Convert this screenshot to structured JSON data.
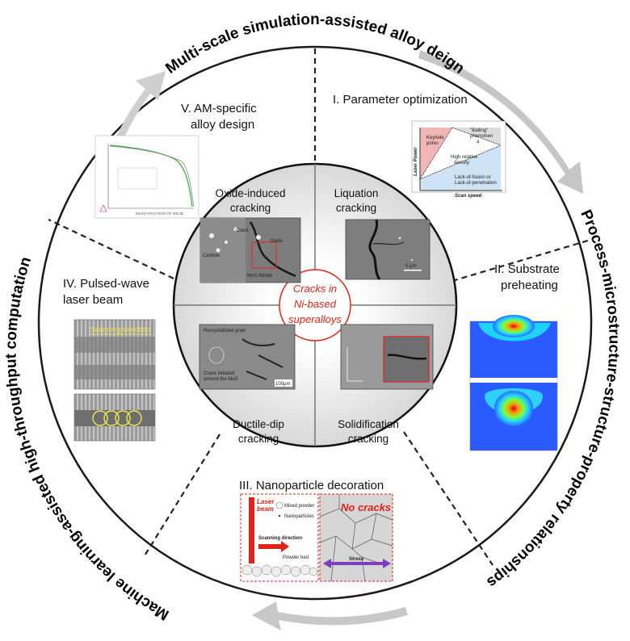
{
  "ring_labels": {
    "top": "Multi-scale simulation-assisted alloy deign",
    "right": "Process-microstructure-structure-property relationships",
    "bottom": "Machine learning-assisted high-throughput computation"
  },
  "strategies": {
    "s1": "I. Parameter optimization",
    "s2_line1": "II. Substrate",
    "s2_line2": "preheating",
    "s3": "III. Nanoparticle decoration",
    "s4_line1": "IV. Pulsed-wave",
    "s4_line2": "laser beam",
    "s5_line1": "V. AM-specific",
    "s5_line2": "alloy design"
  },
  "cracks": {
    "oxide_line1": "Oxide-induced",
    "oxide_line2": "cracking",
    "liquation_line1": "Liquation",
    "liquation_line2": "cracking",
    "ductile_line1": "Ductile-dip",
    "ductile_line2": "cracking",
    "solid_line1": "Solidification",
    "solid_line2": "cracking"
  },
  "center": {
    "line1": "Cracks in",
    "line2": "Ni-based",
    "line3": "superalloys"
  },
  "param_map": {
    "keyhole_line1": "Keyhole",
    "keyhole_line2": "pores",
    "balling_line1": "\"Balling\"",
    "balling_line2": "phenomen",
    "balling_line3": "a",
    "high_line1": "High relative",
    "high_line2": "density",
    "lof_line1": "Lack-of-fusion or",
    "lof_line2": "Lack-of-penetration",
    "xlabel": "Scan speed",
    "ylabel": "Laser Power"
  },
  "images": {
    "liquation_scale": "5 μm",
    "oxide_crack": "Crack",
    "oxide_carbide": "Carbide",
    "oxide_oxide": "Oxide",
    "oxide_mo": "MoS Nitride",
    "ductile_grain": "Recrystallized grain",
    "ductile_crack_line1": "Crack initiated",
    "ductile_crack_line2": "around the MaS",
    "ductile_scale": "100μm",
    "scanning_direction": "Scanning direction",
    "nano_laser_line1": "Laser",
    "nano_laser_line2": "beam",
    "nano_mixed": "Mixed powder",
    "nano_particles": "Nanoparticles",
    "nano_scan": "Scanning direction",
    "nano_bed": "Powder bed",
    "nano_nocracks": "No cracks",
    "nano_stress": "Stress",
    "plot_xlabel": "MASS FRACTION OF SOLID"
  },
  "colors": {
    "accent_red": "#e0231a",
    "dashed": "#222222",
    "arrow_gray": "#c8c8c8"
  }
}
